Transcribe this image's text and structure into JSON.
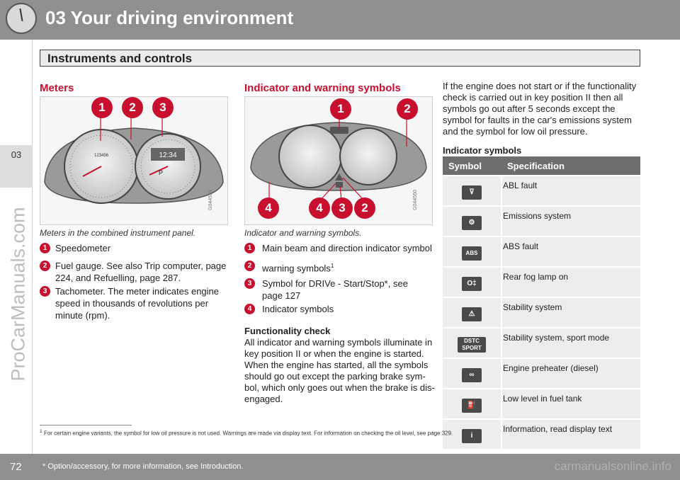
{
  "header": {
    "chapter_title": "03 Your driving environment"
  },
  "section": {
    "title": "Instruments and controls"
  },
  "chapter_tab": {
    "number": "03"
  },
  "watermark": {
    "text": "ProCarManuals.com"
  },
  "meters": {
    "heading": "Meters",
    "image_code": "G044559",
    "callouts": [
      "1",
      "2",
      "3"
    ],
    "gauge_text": {
      "clock": "12:34",
      "odometer": "123456",
      "gear": "P"
    },
    "caption": "Meters in the combined instrument panel.",
    "items": [
      {
        "num": "1",
        "text": "Speedometer"
      },
      {
        "num": "2",
        "text": "Fuel gauge. See also Trip computer, page 224, and Refuelling, page 287."
      },
      {
        "num": "3",
        "text": "Tachometer. The meter indicates engine speed in thousands of revolutions per minute (rpm)."
      }
    ]
  },
  "indicators": {
    "heading": "Indicator and warning symbols",
    "image_code": "G044560",
    "callouts": [
      "1",
      "2",
      "4",
      "4",
      "3",
      "2"
    ],
    "caption": "Indicator and warning symbols.",
    "items": [
      {
        "num": "1",
        "text": "Main beam and direction indicator symbol"
      },
      {
        "num": "2",
        "text": "warning symbols",
        "sup": "1"
      },
      {
        "num": "3",
        "text": "Symbol for DRIVe - Start/Stop*, see page 127"
      },
      {
        "num": "4",
        "text": "Indicator symbols"
      }
    ],
    "functionality_heading": "Functionality check",
    "functionality_text": "All indicator and warning symbols illuminate in key position II or when the engine is started. When the engine has started, all the symbols should go out except the parking brake sym-bol, which only goes out when the brake is dis-engaged."
  },
  "right_column": {
    "intro": "If the engine does not start or if the functionality check is carried out in key position II then all symbols go out after 5 seconds except the symbol for faults in the car's emissions system and the symbol for low oil pressure.",
    "table_heading": "Indicator symbols",
    "table": {
      "headers": [
        "Symbol",
        "Specification"
      ],
      "rows": [
        {
          "icon": "abl-fault-icon",
          "glyph": "⊽",
          "spec": "ABL fault"
        },
        {
          "icon": "emissions-system-icon",
          "glyph": "⚙",
          "spec": "Emissions system"
        },
        {
          "icon": "abs-fault-icon",
          "glyph": "ABS",
          "spec": "ABS fault"
        },
        {
          "icon": "rear-fog-lamp-icon",
          "glyph": "O‡",
          "spec": "Rear fog lamp on"
        },
        {
          "icon": "stability-system-icon",
          "glyph": "⚠",
          "spec": "Stability system"
        },
        {
          "icon": "dstc-sport-icon",
          "glyph": "DSTC SPORT",
          "spec": "Stability system, sport mode"
        },
        {
          "icon": "engine-preheater-icon",
          "glyph": "∞",
          "spec": "Engine preheater (diesel)"
        },
        {
          "icon": "low-fuel-icon",
          "glyph": "⛽",
          "spec": "Low level in fuel tank"
        },
        {
          "icon": "information-icon",
          "glyph": "i",
          "spec": "Information, read display text"
        }
      ]
    }
  },
  "footnote": {
    "mark": "1",
    "text": "For certain engine variants, the symbol for low oil pressure is not used. Warnings are made via display text. For information on checking the oil level, see page 329."
  },
  "footer": {
    "page_number": "72",
    "star_note": "* Option/accessory, for more information, see Introduction.",
    "watermark": "carmanualsonline.info"
  }
}
